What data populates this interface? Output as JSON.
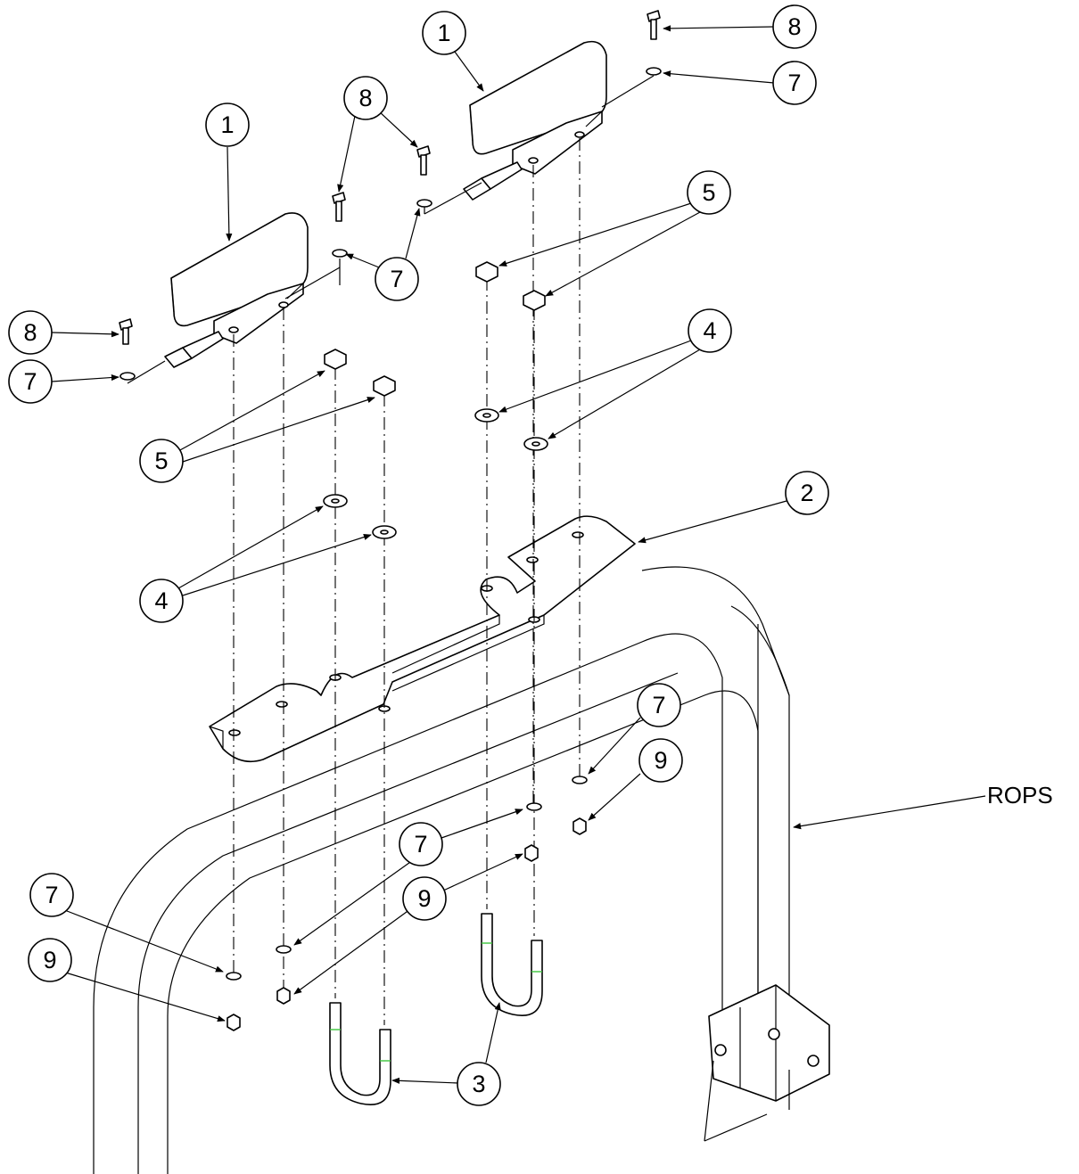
{
  "callouts": {
    "light_left": "1",
    "light_right": "1",
    "bracket": "2",
    "u_bolt_left": "3",
    "u_bolt_right": "3",
    "washer_left": "4",
    "washer_right": "4",
    "nut_left": "5",
    "nut_right": "5",
    "flat_washer_a": "7",
    "flat_washer_b": "7",
    "flat_washer_c": "7",
    "flat_washer_d": "7",
    "flat_washer_e": "7",
    "flat_washer_f": "7",
    "bolt_a": "8",
    "bolt_b": "8",
    "bolt_c": "8",
    "locknut_a": "9",
    "locknut_b": "9",
    "locknut_c": "9"
  },
  "labels": {
    "rops": "ROPS"
  }
}
